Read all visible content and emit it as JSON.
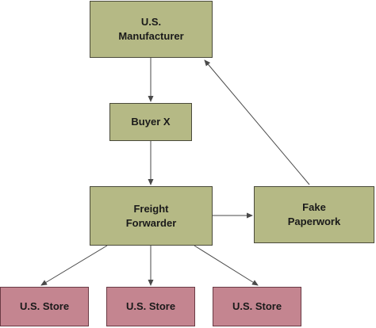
{
  "nodes": {
    "manufacturer": {
      "label": "U.S.\nManufacturer",
      "color": "#b5b985"
    },
    "buyer": {
      "label": "Buyer X",
      "color": "#b5b985"
    },
    "forwarder": {
      "label": "Freight\nForwarder",
      "color": "#b5b985"
    },
    "paperwork": {
      "label": "Fake\nPaperwork",
      "color": "#b5b985"
    },
    "store_1": {
      "label": "U.S. Store",
      "color": "#c48590"
    },
    "store_2": {
      "label": "U.S. Store",
      "color": "#c48590"
    },
    "store_3": {
      "label": "U.S. Store",
      "color": "#c48590"
    }
  },
  "edges": [
    {
      "from": "manufacturer",
      "to": "buyer"
    },
    {
      "from": "buyer",
      "to": "forwarder"
    },
    {
      "from": "forwarder",
      "to": "paperwork"
    },
    {
      "from": "paperwork",
      "to": "manufacturer"
    },
    {
      "from": "forwarder",
      "to": "store_1"
    },
    {
      "from": "forwarder",
      "to": "store_2"
    },
    {
      "from": "forwarder",
      "to": "store_3"
    }
  ],
  "colors": {
    "edge": "#4a4a4a"
  }
}
